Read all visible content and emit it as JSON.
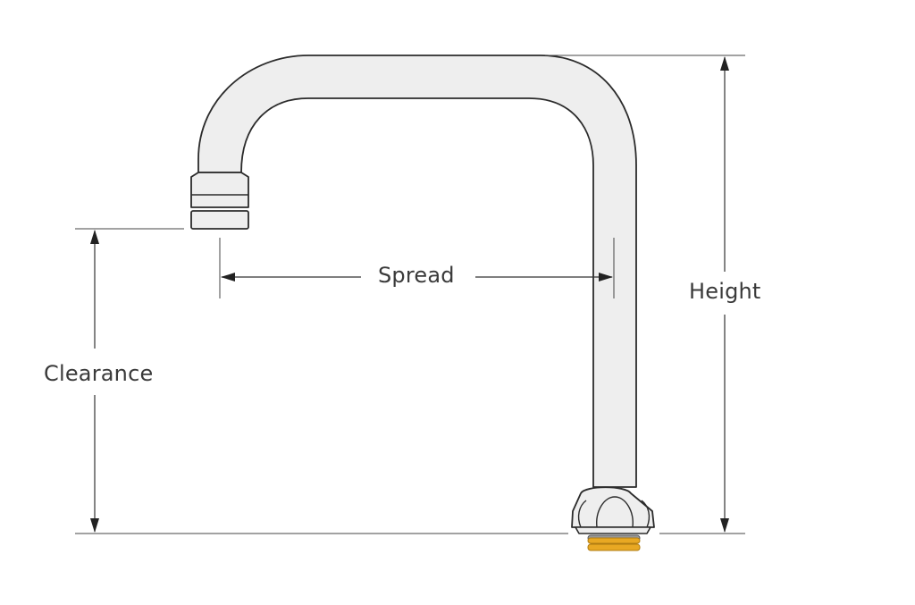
{
  "labels": {
    "spread": "Spread",
    "height": "Height",
    "clearance": "Clearance"
  },
  "colors": {
    "pipe_fill": "#eeeeee",
    "outline": "#2b2b2b",
    "dimension_line": "#333333",
    "seal_ring": "#e8a823",
    "washer": "#9a9a9a"
  }
}
